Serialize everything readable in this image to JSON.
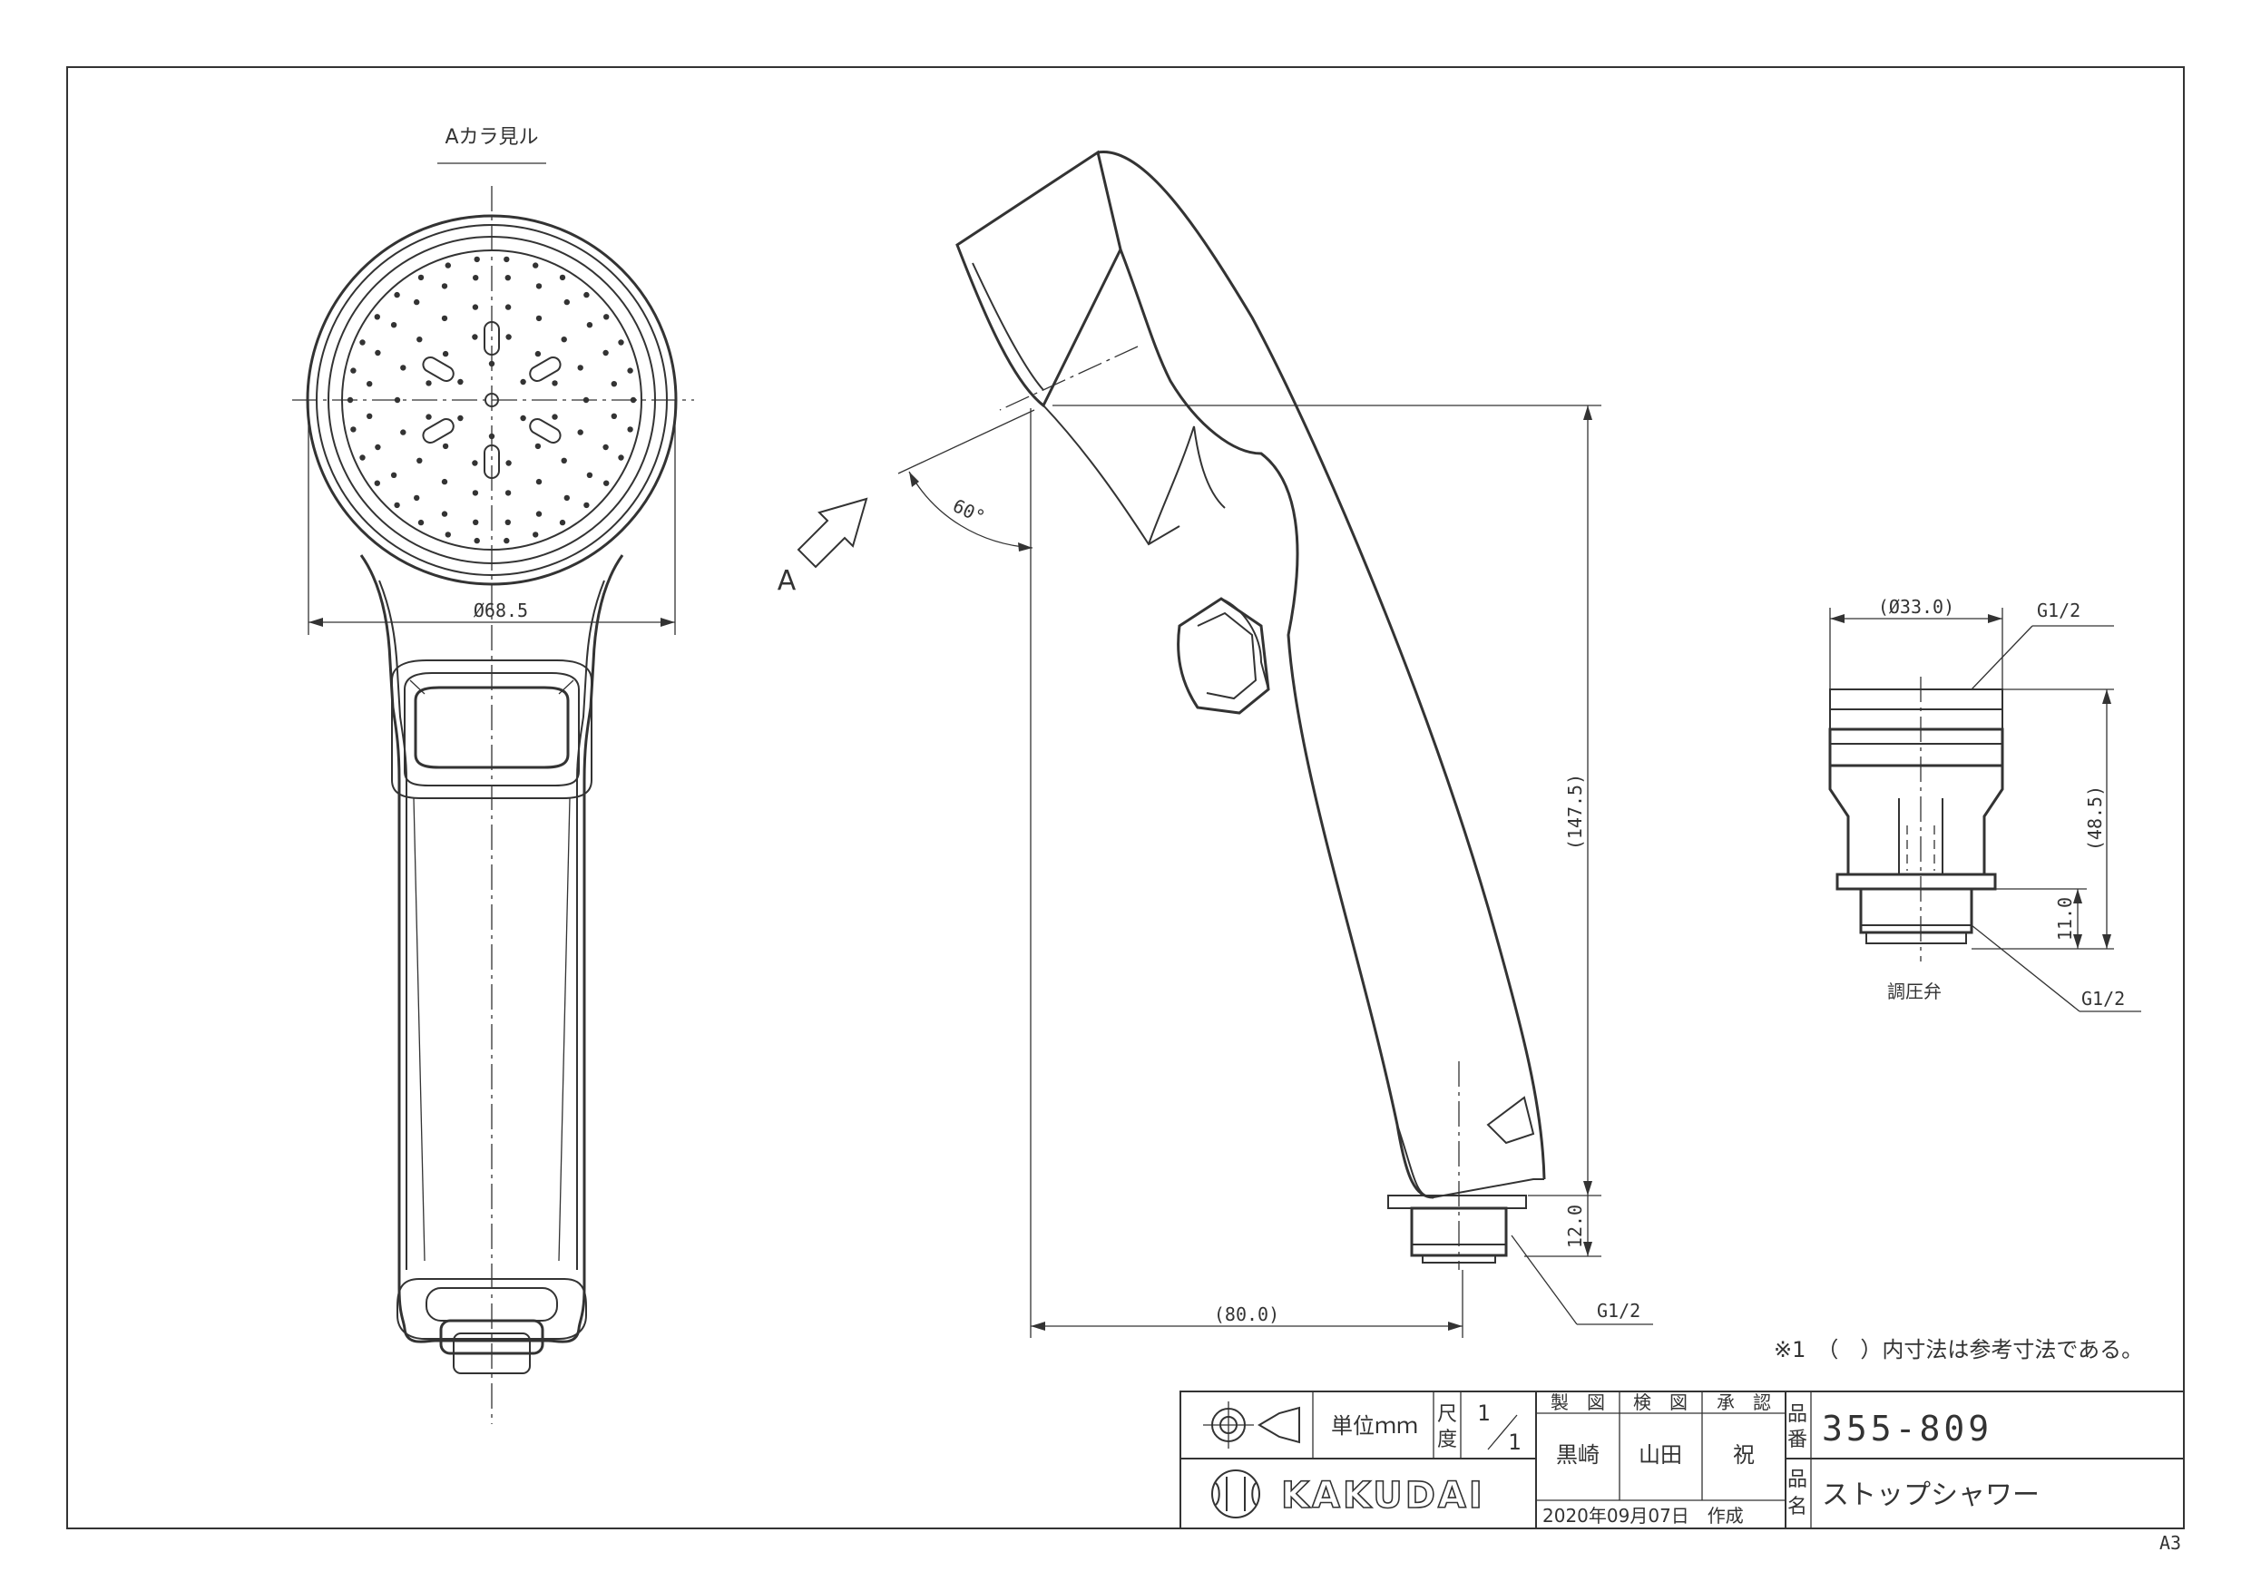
{
  "view_label": "Aカラ見ル",
  "arrow_label": "A",
  "dimensions": {
    "head_diameter": "Ø68.5",
    "angle": "60°",
    "length": "(147.5)",
    "thread_height": "12.0",
    "width": "(80.0)",
    "valve_diameter": "(Ø33.0)",
    "valve_height": "(48.5)",
    "valve_thread": "11.0"
  },
  "thread_labels": {
    "main": "G1/2",
    "valve_top": "G1/2",
    "valve_bottom": "G1/2"
  },
  "valve_name": "調圧弁",
  "note": "※1　（　）内寸法は参考寸法である。",
  "title_block": {
    "unit": "単位ｍｍ",
    "scale_label_1": "尺",
    "scale_label_2": "度",
    "scale_num": "1",
    "scale_den": "1",
    "roles": [
      "製　図",
      "検　図",
      "承　認"
    ],
    "names": [
      "黒崎",
      "山田",
      "祝"
    ],
    "date": "2020年09月07日　作成",
    "part_no_label_1": "品",
    "part_no_label_2": "番",
    "part_no": "355-809",
    "part_name_label_1": "品",
    "part_name_label_2": "名",
    "part_name": "ストップシャワー",
    "brand": "KAKUDAI"
  },
  "paper_size": "A3"
}
